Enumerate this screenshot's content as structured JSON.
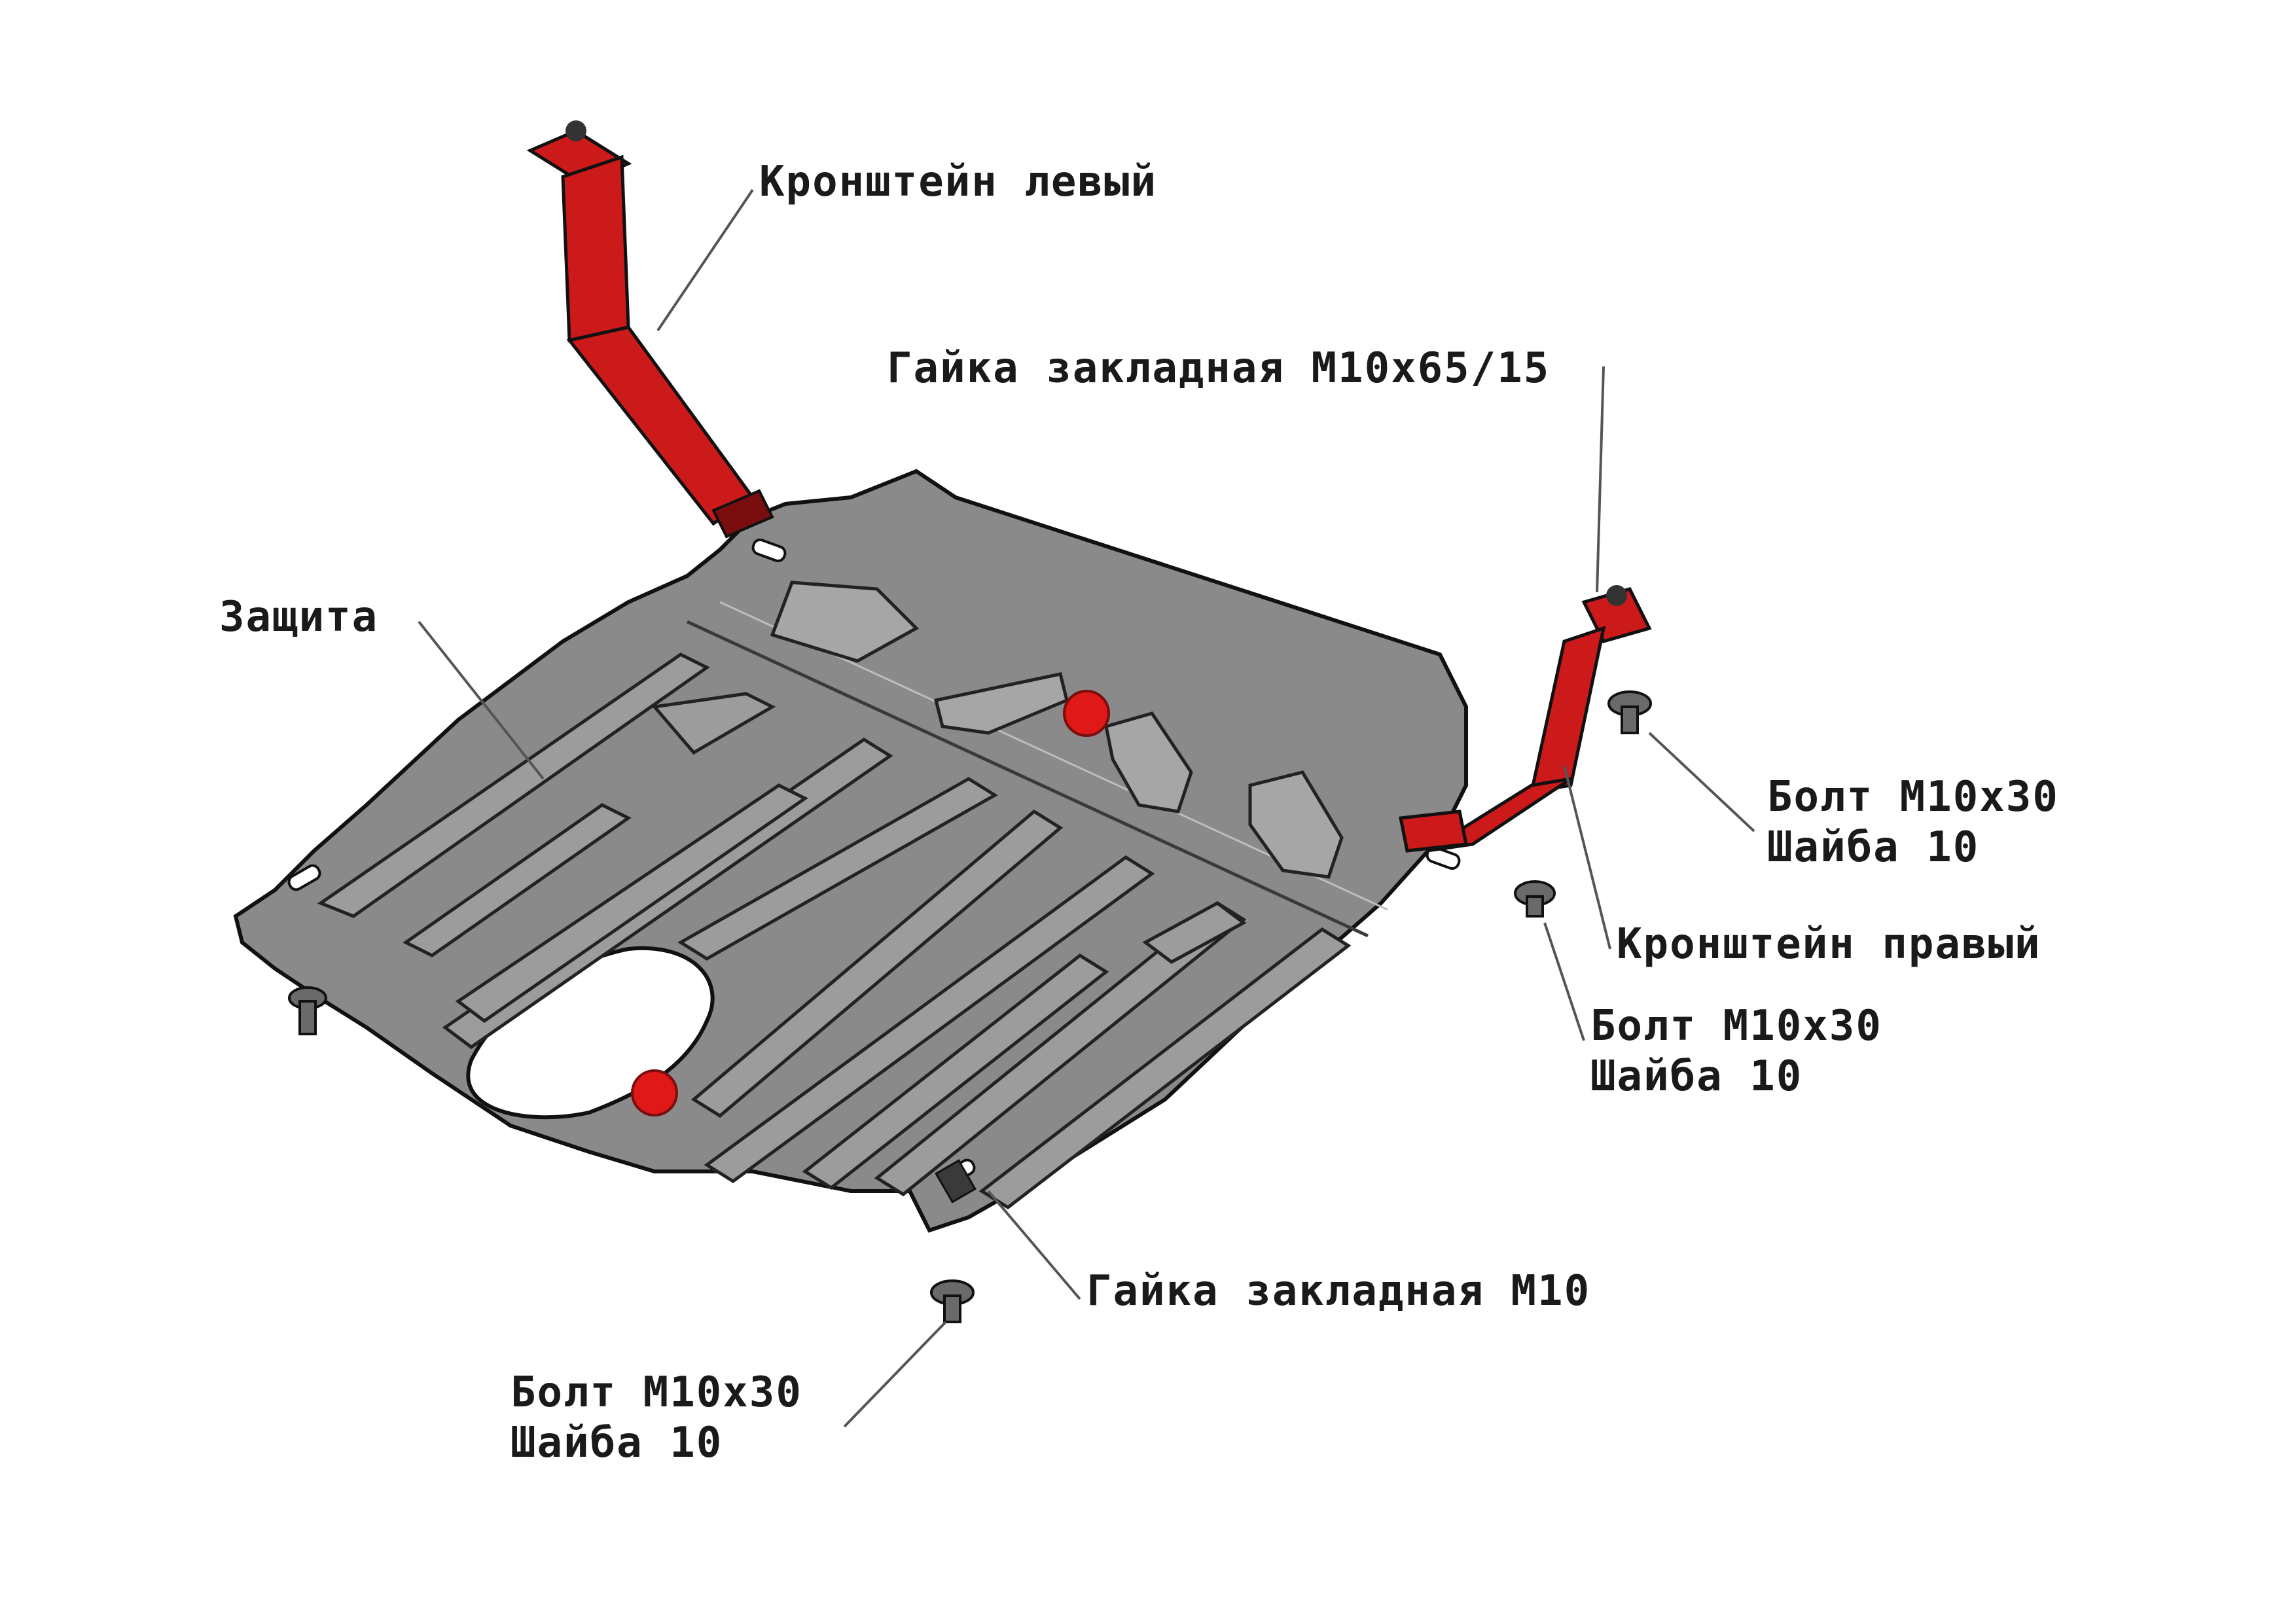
{
  "labels": {
    "bracket_left": "Кронштейн левый",
    "nut_embedded_long": "Гайка закладная М10х65/15",
    "guard": "Защита",
    "bolt_right_upper": [
      "Болт М10х30",
      "Шайба 10"
    ],
    "bracket_right": "Кронштейн правый",
    "bolt_right_lower": [
      "Болт М10х30",
      "Шайба 10"
    ],
    "nut_embedded": "Гайка закладная М10",
    "bolt_bottom": [
      "Болт М10х30",
      "Шайба 10"
    ]
  },
  "colors": {
    "plate": "#8a8a8a",
    "plate_light": "#a6a6a6",
    "plate_dark": "#5a5a5a",
    "bracket": "#cc1a1a",
    "bracket_dark": "#7a0d0d",
    "plug": "#e01818",
    "outline": "#111111",
    "leader": "#555555"
  },
  "icons": [
    "bracket-left",
    "bracket-right",
    "guard-plate",
    "bolt-icon",
    "nut-icon"
  ]
}
